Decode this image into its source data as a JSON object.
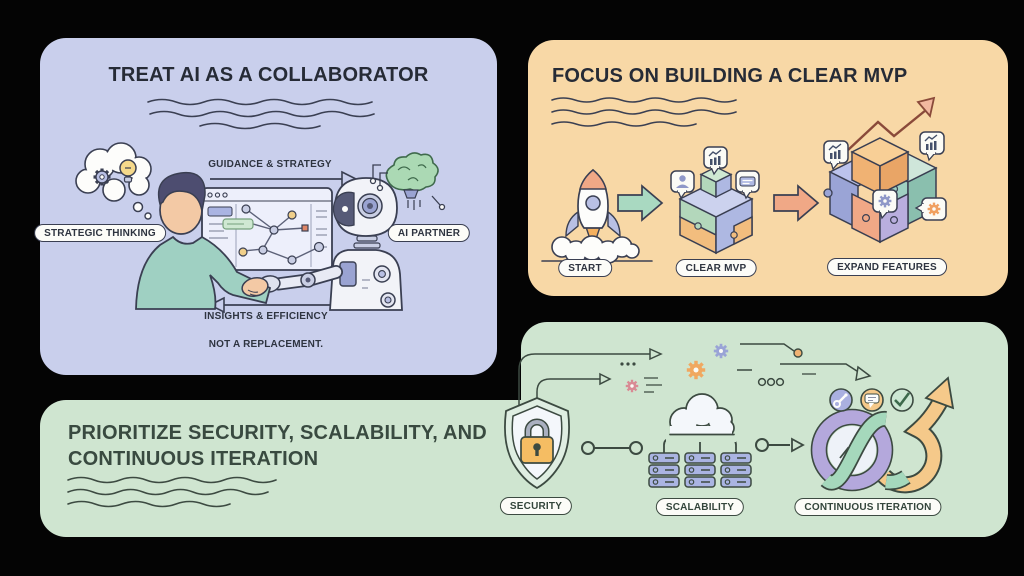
{
  "colors": {
    "background": "#040404",
    "panel_collaborator_bg": "#c9cfec",
    "panel_mvp_bg": "#f8d8a6",
    "panel_security_bg": "#cfe5d0",
    "ink": "#3a3f52",
    "green_ink": "#3c4a41",
    "accent_green_arrow": "#a9d9c1",
    "accent_orange_arrow": "#f0a886",
    "accent_lavender": "#aab4e2",
    "accent_yellow": "#f5d98b",
    "lock_orange": "#f5bd63",
    "loop_purple": "#b4a8dc",
    "loop_green": "#a5d8bc",
    "loop_orange": "#f5c98a"
  },
  "panels": {
    "collaborator": {
      "title": "TREAT AI AS A COLLABORATOR",
      "pill_left": "STRATEGIC THINKING",
      "pill_right": "AI PARTNER",
      "arrow_top_label": "GUIDANCE & STRATEGY",
      "arrow_bottom_label": "INSIGHTS & EFFICIENCY",
      "caption": "NOT A REPLACEMENT.",
      "icons": [
        "thought-cloud-icon",
        "gear-icon",
        "lightbulb-icon",
        "human-icon",
        "whiteboard-flowchart-icon",
        "handshake-icon",
        "robot-icon",
        "brain-icon",
        "guidance-arrow-icon",
        "insights-arrow-icon",
        "underline-squiggles"
      ]
    },
    "mvp": {
      "title": "FOCUS ON BUILDING A CLEAR MVP",
      "steps": [
        {
          "label": "START",
          "icon": "rocket-icon"
        },
        {
          "label": "CLEAR MVP",
          "icon": "puzzle-box-icon"
        },
        {
          "label": "EXPAND FEATURES",
          "icon": "puzzle-cube-growth-icon"
        }
      ],
      "icons": [
        "rocket-icon",
        "green-block-arrow-icon",
        "puzzle-box-icon",
        "person-bubble-icon",
        "chart-bubble-icon",
        "speech-bubble-icon",
        "orange-block-arrow-icon",
        "puzzle-cube-growth-icon",
        "growth-arrow-icon",
        "gear-bubble-icon",
        "underline-squiggles"
      ]
    },
    "security": {
      "title_line1": "PRIORITIZE SECURITY, SCALABILITY, AND",
      "title_line2": "CONTINUOUS ITERATION",
      "steps": [
        {
          "label": "SECURITY",
          "icon": "shield-lock-icon"
        },
        {
          "label": "SCALABILITY",
          "icon": "cloud-servers-icon"
        },
        {
          "label": "CONTINUOUS ITERATION",
          "icon": "infinity-arrows-icon"
        }
      ],
      "icons": [
        "shield-lock-icon",
        "cloud-servers-icon",
        "server-stack-icon",
        "infinity-arrows-icon",
        "wrench-badge-icon",
        "speech-badge-icon",
        "check-badge-icon",
        "gears-circuit-icon",
        "connector-dots-icon",
        "underline-squiggles"
      ]
    }
  }
}
